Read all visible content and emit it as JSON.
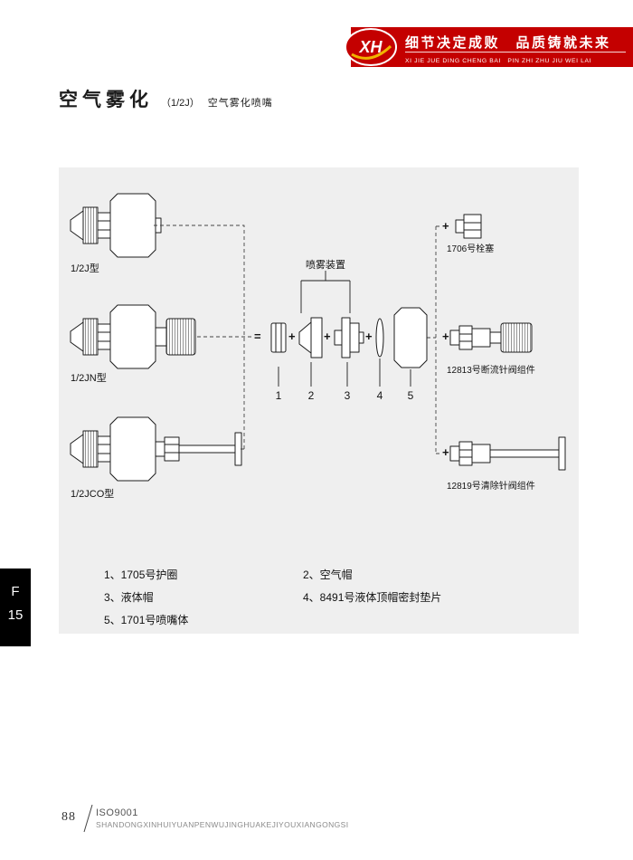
{
  "colors": {
    "brand_red": "#c40000",
    "accent_gold": "#f0b400",
    "panel_gray": "#efefef",
    "tab_black": "#000000",
    "ink": "#1c1c1c"
  },
  "header": {
    "logo_text": "XH",
    "slogan_cn": "细节决定成败　品质铸就未来",
    "slogan_pinyin": "XI JIE JUE DING CHENG BAI　PIN ZHI ZHU JIU WEI LAI"
  },
  "title": {
    "main": "空气雾化",
    "paren": "（1/2J）",
    "sub": "空气雾化喷嘴"
  },
  "diagram": {
    "models": [
      {
        "label": "1/2J型"
      },
      {
        "label": "1/2JN型"
      },
      {
        "label": "1/2JCO型"
      }
    ],
    "assembly_label": "喷雾装置",
    "equals_sign": "=",
    "plus_sign": "+",
    "part_numbers": [
      "1",
      "2",
      "3",
      "4",
      "5"
    ],
    "accessories": [
      {
        "label": "1706号栓塞"
      },
      {
        "label": "12813号断流针阀组件"
      },
      {
        "label": "12819号清除针阀组件"
      }
    ]
  },
  "legend": {
    "items": [
      "1、1705号护圈",
      "2、空气帽",
      "3、液体帽",
      "4、8491号液体顶帽密封垫片",
      "5、1701号喷嘴体"
    ]
  },
  "side_tab": {
    "letter": "F",
    "number": "15"
  },
  "footer": {
    "page_number": "88",
    "cert": "ISO9001",
    "company": "SHANDONGXINHUIYUANPENWUJINGHUAKEJIYOUXIANGONGSI"
  }
}
